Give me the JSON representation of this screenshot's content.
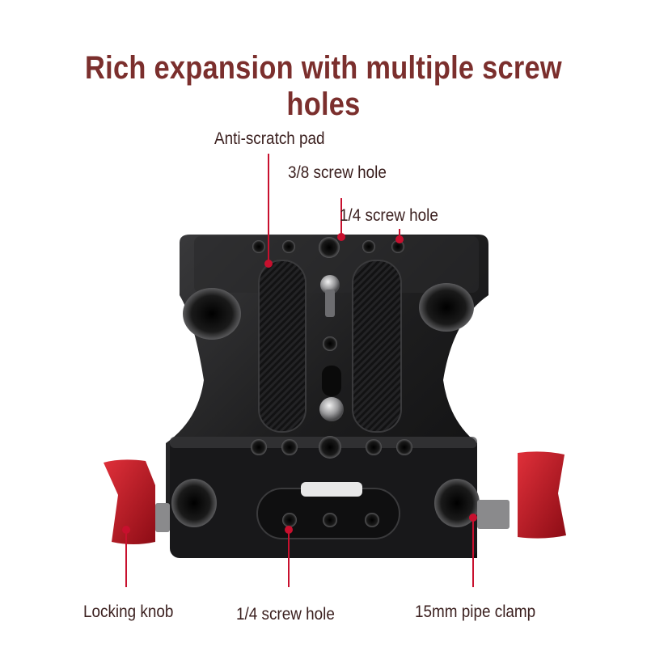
{
  "title": "Rich expansion with multiple screw holes",
  "labels": {
    "anti_scratch_pad": "Anti-scratch pad",
    "screw_hole_3_8": "3/8 screw hole",
    "screw_hole_1_4_top": "1/4 screw hole",
    "locking_knob": "Locking knob",
    "screw_hole_1_4_bottom": "1/4 screw hole",
    "pipe_clamp": "15mm pipe clamp"
  },
  "colors": {
    "title": "#7b2f2d",
    "label_text": "#3a1f1e",
    "callout": "#c8102e",
    "plate": "#1b1b1c",
    "knob": "#b8141f"
  }
}
